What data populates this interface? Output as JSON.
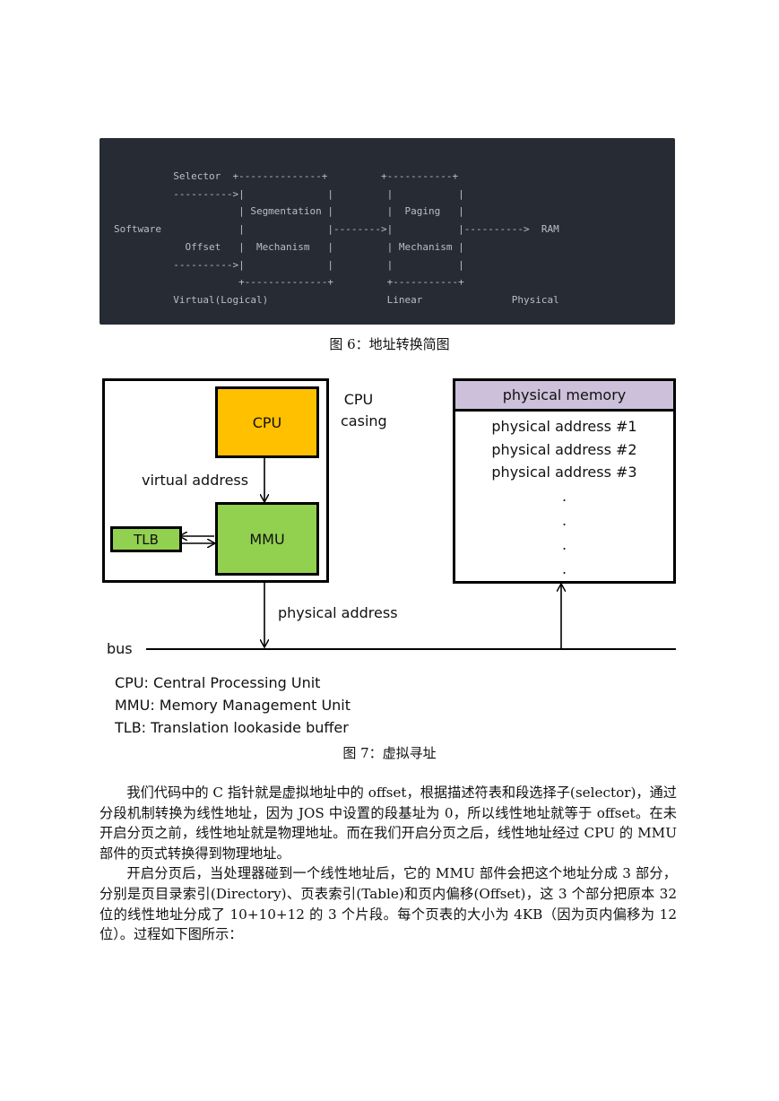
{
  "figure6": {
    "code_lines": [
      "          Selector  +--------------+         +-----------+",
      "          ---------->|              |         |           |",
      "                     | Segmentation |         |  Paging   |",
      "Software             |              |-------->|           |---------->  RAM",
      "            Offset   |  Mechanism   |         | Mechanism |",
      "          ---------->|              |         |           |",
      "                     +--------------+         +-----------+",
      "          Virtual(Logical)                    Linear               Physical"
    ],
    "caption": "图 6：地址转换简图"
  },
  "figure7": {
    "cpu_label": "CPU",
    "casing_label_line1": "CPU",
    "casing_label_line2": "casing",
    "virtual_address_label": "virtual address",
    "tlb_label": "TLB",
    "mmu_label": "MMU",
    "physical_address_label": "physical address",
    "bus_label": "bus",
    "memory": {
      "header": "physical memory",
      "rows": [
        "physical address #1",
        "physical address #2",
        "physical address #3"
      ],
      "dots": [
        ".",
        ".",
        ".",
        "."
      ]
    },
    "legend": [
      "CPU: Central Processing Unit",
      "MMU: Memory Management Unit",
      "TLB: Translation lookaside buffer"
    ],
    "colors": {
      "cpu": "#ffc000",
      "mmu": "#92d050",
      "tlb": "#92d050",
      "memory_header": "#ccc0da"
    },
    "caption": "图 7：虚拟寻址"
  },
  "body": {
    "paragraph1": "我们代码中的 C 指针就是虚拟地址中的 offset，根据描述符表和段选择子(selector)，通过分段机制转换为线性地址，因为 JOS 中设置的段基址为 0，所以线性地址就等于 offset。在未开启分页之前，线性地址就是物理地址。而在我们开启分页之后，线性地址经过 CPU 的 MMU 部件的页式转换得到物理地址。",
    "paragraph2": "开启分页后，当处理器碰到一个线性地址后，它的 MMU 部件会把这个地址分成 3 部分，分别是页目录索引(Directory)、页表索引(Table)和页内偏移(Offset)，这 3 个部分把原本 32 位的线性地址分成了 10+10+12 的 3 个片段。每个页表的大小为 4KB（因为页内偏移为 12 位）。过程如下图所示："
  }
}
